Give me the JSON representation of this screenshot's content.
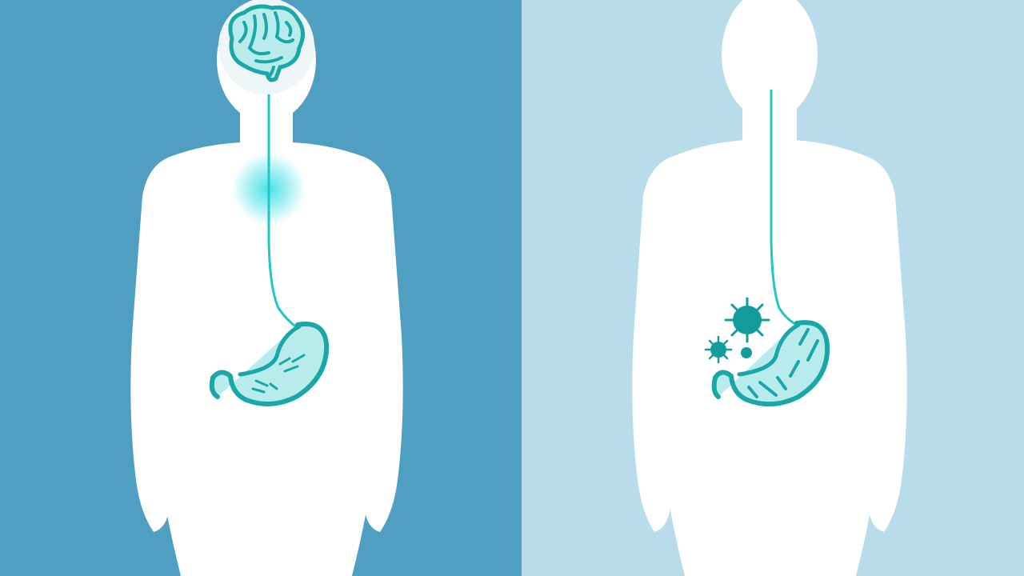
{
  "colors": {
    "left_background": "#4f9fc3",
    "right_background": "#b9dceb",
    "body_fill": "#ffffff",
    "organ_stroke": "#1aa7a7",
    "organ_fill": "#b8ecec",
    "nerve_line": "#22c6c6",
    "glow": "#3fe0e6",
    "microbe": "#139c9c"
  },
  "panels": [
    {
      "name": "connected-gut-brain",
      "icons": [
        "brain-icon",
        "vagus-nerve-line",
        "chest-glow",
        "stomach-icon"
      ]
    },
    {
      "name": "disconnected-gut-brain",
      "icons": [
        "vagus-nerve-line",
        "stomach-icon",
        "bacteria-icon"
      ]
    }
  ]
}
